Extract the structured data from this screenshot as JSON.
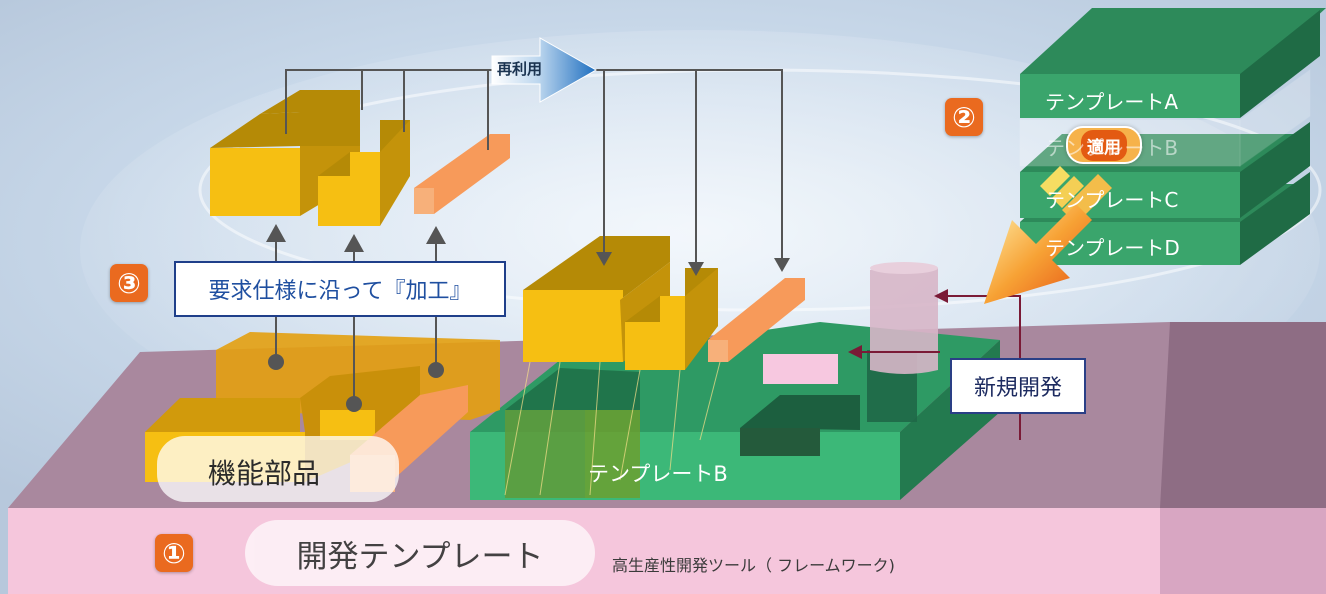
{
  "labels": {
    "reuse": "再利用",
    "apply": "適用",
    "process": "要求仕様に沿って『加工』",
    "new_dev": "新規開発",
    "functional_parts": "機能部品",
    "base_template_label": "テンプレートB",
    "dev_template": "開発テンプレート",
    "tool_desc": "高生産性開発ツール（ フレームワーク)"
  },
  "templates": [
    "テンプレートA",
    "テンプレートB",
    "テンプレートC",
    "テンプレートD"
  ],
  "steps": [
    "①",
    "②",
    "③"
  ],
  "colors": {
    "base_pink": "#f5c6dc",
    "template_green": "#2e9a64",
    "part_gold": "#f6bf12",
    "part_orange": "#f79a5a",
    "step_orange": "#ea6a1f",
    "arrow_blue": "#1f77c8",
    "line_gray": "#555555",
    "maroon": "#7a1a36"
  }
}
